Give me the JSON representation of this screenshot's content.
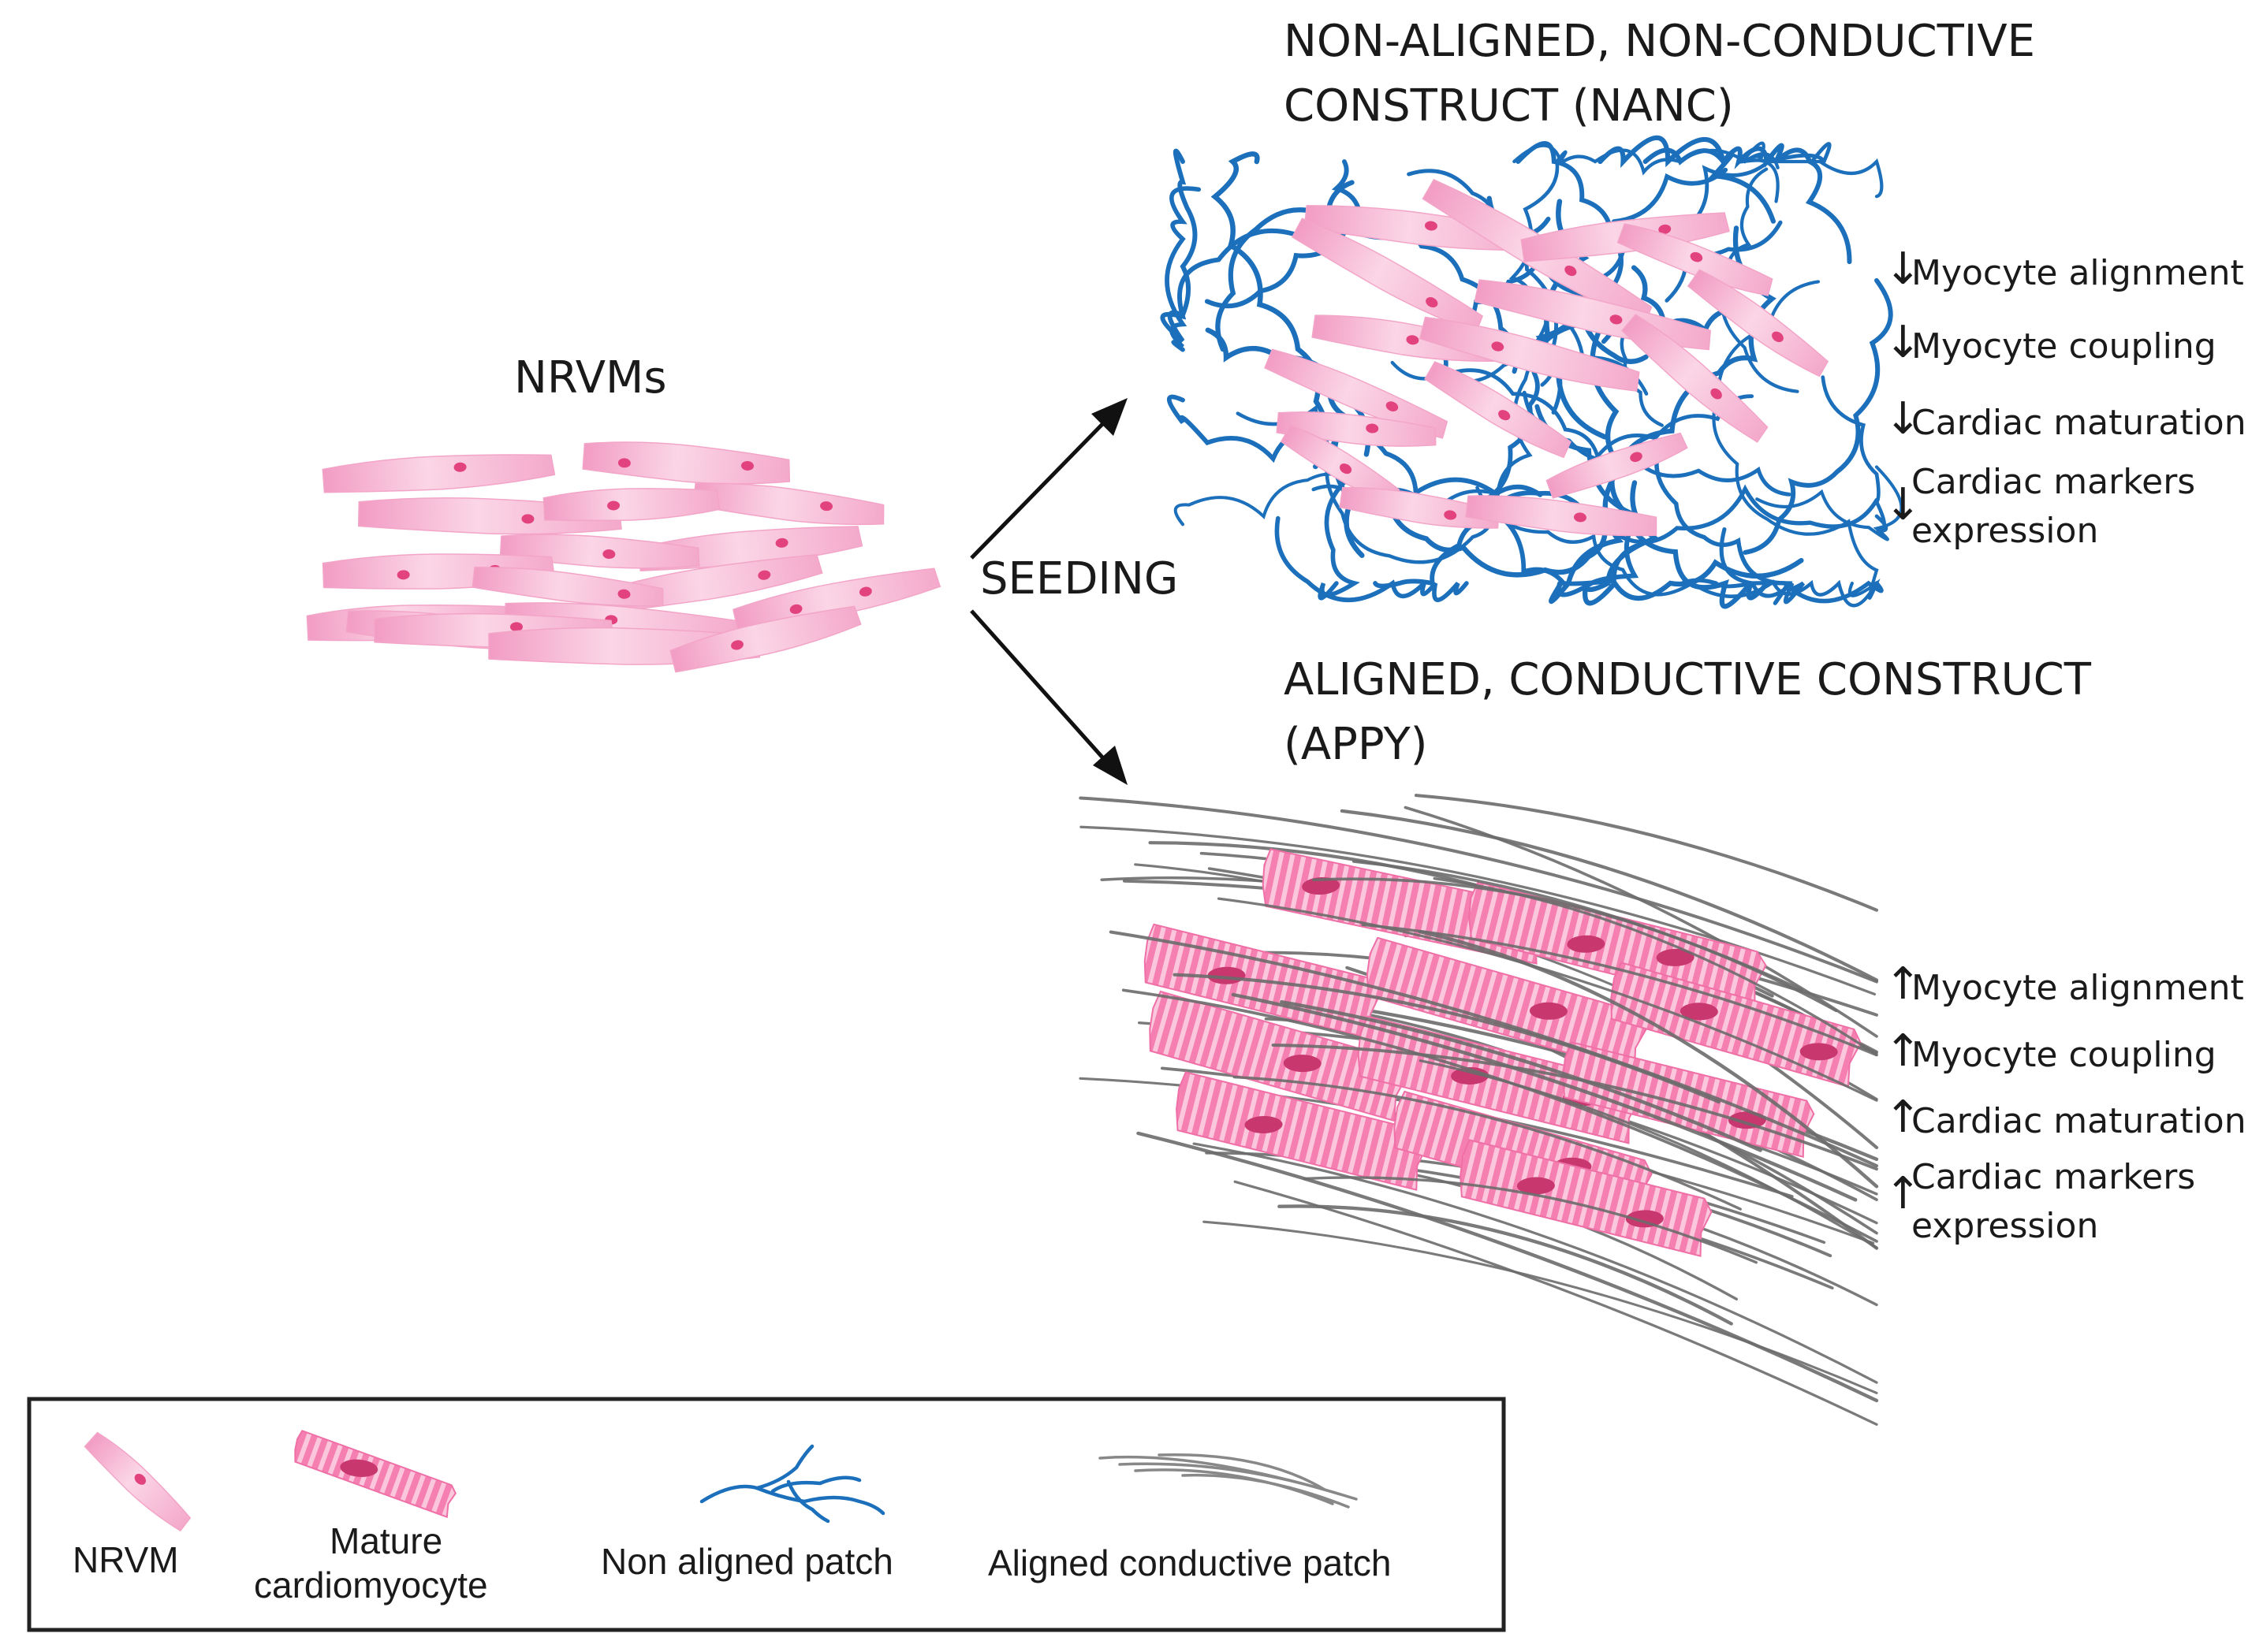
{
  "labels": {
    "nrvms": "NRVMs",
    "seeding": "SEEDING",
    "nanc_title_line1": "NON-ALIGNED, NON-CONDUCTIVE",
    "nanc_title_line2": "CONSTRUCT (NANC)",
    "appy_title_line1": "ALIGNED, CONDUCTIVE CONSTRUCT",
    "appy_title_line2": "(APPY)"
  },
  "nanc_effects": {
    "arrow": "↓",
    "items": [
      "Myocyte alignment",
      "Myocyte coupling",
      "Cardiac maturation",
      "Cardiac markers",
      "expression"
    ]
  },
  "appy_effects": {
    "arrow": "↑",
    "items": [
      "Myocyte alignment",
      "Myocyte coupling",
      "Cardiac maturation",
      "Cardiac markers",
      "expression"
    ]
  },
  "legend": {
    "nrvm": "NRVM",
    "mature_line1": "Mature",
    "mature_line2": "cardiomyocyte",
    "non_aligned": "Non aligned patch",
    "aligned": "Aligned conductive patch"
  },
  "colors": {
    "nrvm_cell": "#f7b8d4",
    "nrvm_nucleus": "#e2437f",
    "mature_cell": "#f47fb0",
    "mature_stripe": "#fbc7dd",
    "mature_nucleus": "#c8386f",
    "blue_fiber": "#1b6fbb",
    "gray_fiber": "#6b6b6b",
    "arrow": "#111111",
    "legend_border": "#222222"
  }
}
